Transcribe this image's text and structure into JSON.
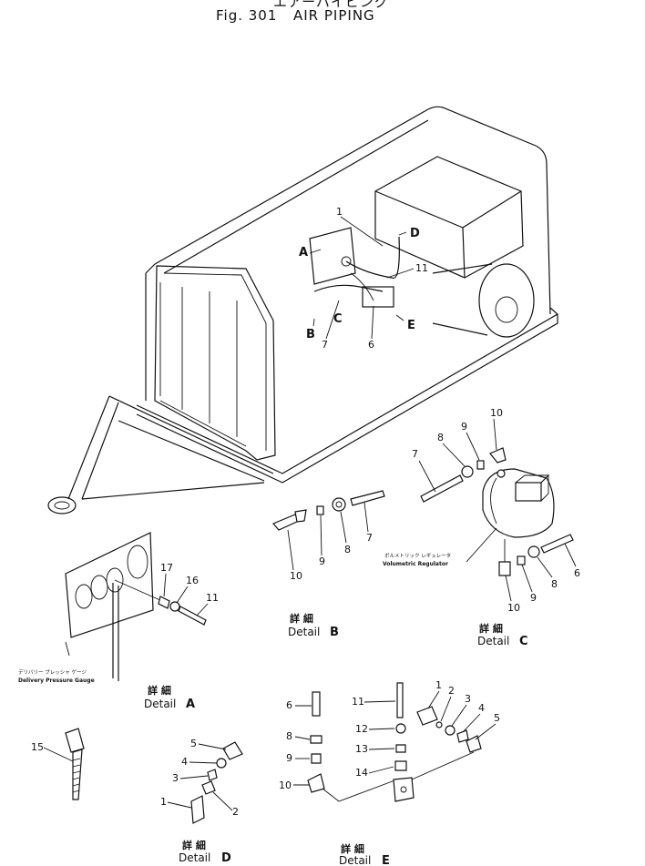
{
  "header": {
    "title_jp": "エアーパイピング",
    "fig_label": "Fig. 301",
    "fig_title": "AIR   PIPING"
  },
  "main_view": {
    "callouts": [
      "A",
      "B",
      "C",
      "D",
      "E"
    ],
    "part_numbers": [
      "1",
      "11",
      "7",
      "6"
    ]
  },
  "detail_a": {
    "jp": "詳 細",
    "en": "Detail",
    "letter": "A",
    "parts": [
      "17",
      "16",
      "11"
    ],
    "caption_jp": "デリバリー プレッシャ ゲージ",
    "caption_en": "Delivery Pressure Gauge"
  },
  "detail_b": {
    "jp": "詳 細",
    "en": "Detail",
    "letter": "B",
    "parts": [
      "10",
      "9",
      "8",
      "7"
    ]
  },
  "detail_c": {
    "jp": "詳 細",
    "en": "Detail",
    "letter": "C",
    "parts_top": [
      "10",
      "9",
      "8",
      "7"
    ],
    "parts_bottom": [
      "10",
      "9",
      "8",
      "6"
    ],
    "caption_jp": "ボルメトリック レギュレータ",
    "caption_en": "Volumetric Regulator"
  },
  "detail_d": {
    "jp": "詳 細",
    "en": "Detail",
    "letter": "D",
    "parts": [
      "5",
      "4",
      "3",
      "1",
      "2"
    ]
  },
  "detail_e": {
    "jp": "詳 細",
    "en": "Detail",
    "letter": "E",
    "left_parts": [
      "6",
      "8",
      "9",
      "10"
    ],
    "mid_parts": [
      "11",
      "12",
      "13",
      "14"
    ],
    "right_parts": [
      "1",
      "2",
      "3",
      "4",
      "5"
    ]
  },
  "loose_part": {
    "number": "15"
  }
}
